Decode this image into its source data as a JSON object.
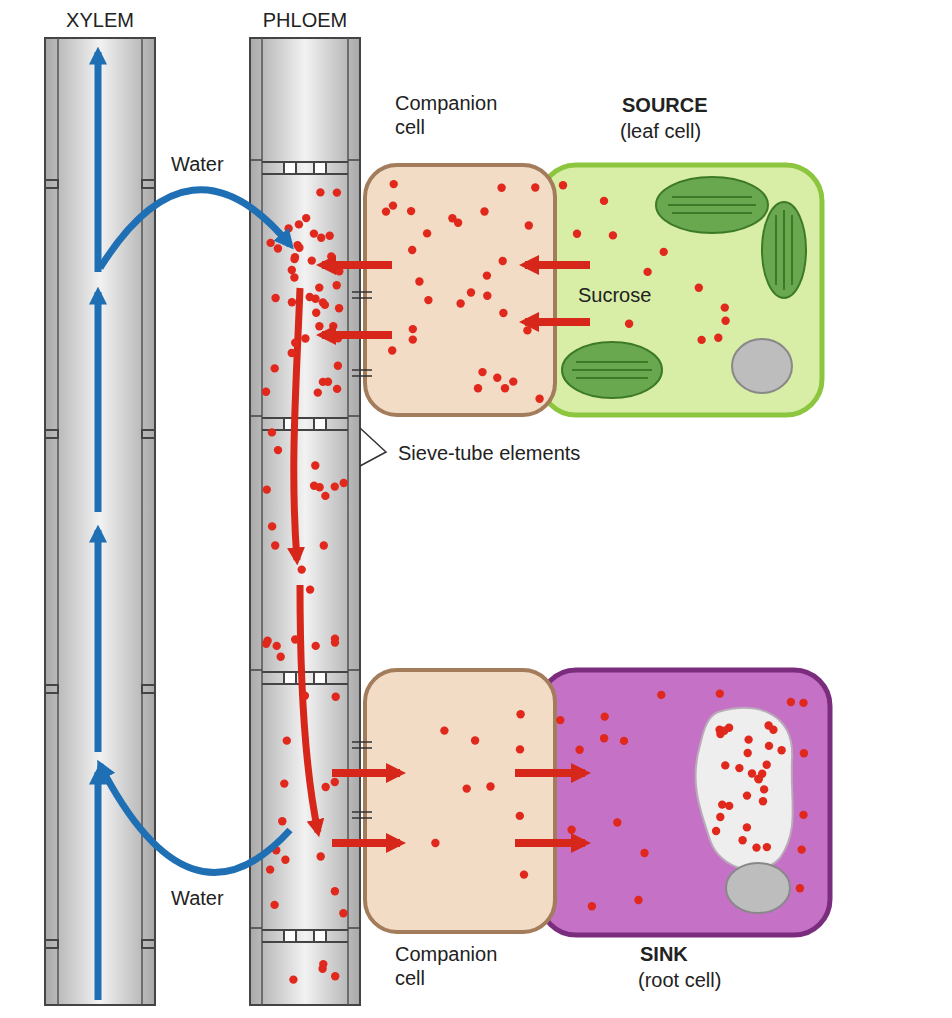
{
  "diagram": {
    "nodes": [
      {
        "text": [
          "XYLEM"
        ]
      },
      {
        "text": [
          "PHLOEM"
        ]
      },
      {
        "text": [
          "Companion cell"
        ]
      },
      {
        "text": [
          "SOURCE",
          "(leaf cell)",
          "Sucrose"
        ]
      },
      {
        "text": [
          "Companion cell"
        ]
      },
      {
        "text": [
          "SINK",
          "(root cell)"
        ]
      }
    ],
    "edges": [
      {
        "from": 0,
        "to": 1,
        "label": "Water",
        "arrow": "to"
      },
      {
        "from": 1,
        "to": 0,
        "label": "Water",
        "arrow": "to"
      },
      {
        "from": 3,
        "to": 2,
        "arrow": "to"
      },
      {
        "from": 3,
        "to": 2,
        "arrow": "to"
      },
      {
        "from": 2,
        "to": 1,
        "arrow": "to"
      },
      {
        "from": 2,
        "to": 1,
        "arrow": "to"
      },
      {
        "from": 1,
        "to": 4,
        "arrow": "to"
      },
      {
        "from": 1,
        "to": 4,
        "arrow": "to"
      },
      {
        "from": 4,
        "to": 5,
        "arrow": "to"
      },
      {
        "from": 4,
        "to": 5,
        "arrow": "to"
      }
    ],
    "labels": [
      "Sieve-tube elements"
    ]
  }
}
